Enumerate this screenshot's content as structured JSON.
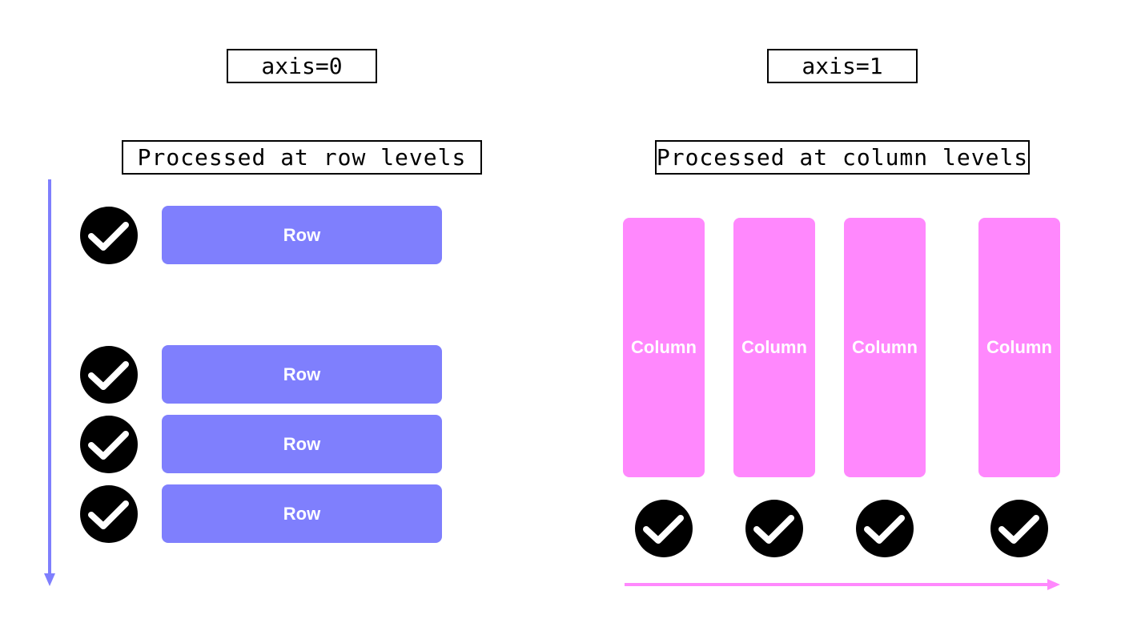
{
  "left_panel": {
    "axis_label": "axis=0",
    "caption": "Processed at row levels",
    "bar_label": "Row",
    "bar_color": "#7f7ffd",
    "arrow_color": "#7f7ffd",
    "rows": [
      {
        "label": "Row"
      },
      {
        "label": "Row"
      },
      {
        "label": "Row"
      },
      {
        "label": "Row"
      }
    ]
  },
  "right_panel": {
    "axis_label": "axis=1",
    "caption": "Processed at column levels",
    "bar_color": "#ff88fd",
    "arrow_color": "#ff88fd",
    "columns": [
      {
        "label": "Column"
      },
      {
        "label": "Column"
      },
      {
        "label": "Column"
      },
      {
        "label": "Column"
      }
    ]
  },
  "icons": {
    "check": "checkmark-circle-icon",
    "arrow_down": "arrow-down-icon",
    "arrow_right": "arrow-right-icon"
  }
}
